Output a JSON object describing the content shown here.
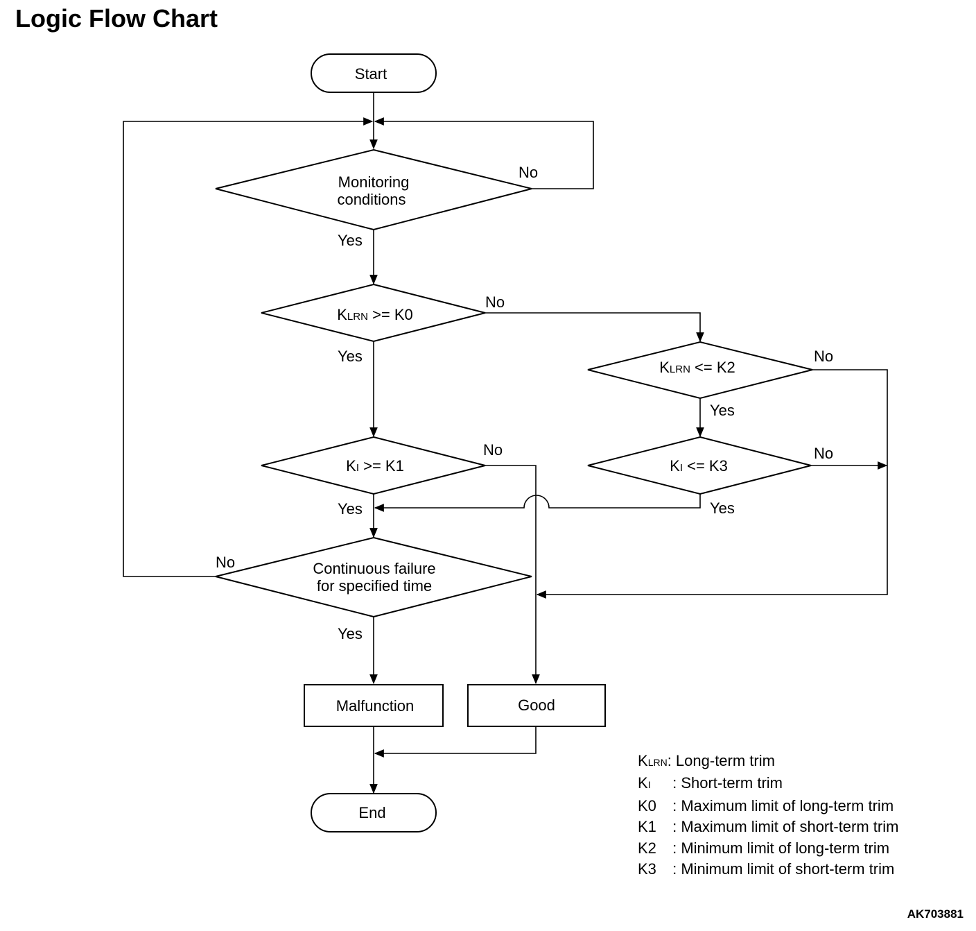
{
  "page": {
    "title": "Logic Flow Chart",
    "figure_id": "AK703881"
  },
  "nodes": {
    "start": "Start",
    "monitoring": {
      "line1": "Monitoring",
      "line2": "conditions"
    },
    "klrn_k0": {
      "sym": "K",
      "sub": "LRN",
      "rest": " >= K0"
    },
    "klrn_k2": {
      "sym": "K",
      "sub": "LRN",
      "rest": " <= K2"
    },
    "ki_k1": {
      "sym": "K",
      "sub": "I",
      "rest": " >= K1"
    },
    "ki_k3": {
      "sym": "K",
      "sub": "I",
      "rest": " <= K3"
    },
    "continuous": {
      "line1": "Continuous failure",
      "line2": "for specified time"
    },
    "malfunction": "Malfunction",
    "good": "Good",
    "end": "End"
  },
  "branch_labels": {
    "monitoring_yes": "Yes",
    "monitoring_no": "No",
    "klrn_k0_yes": "Yes",
    "klrn_k0_no": "No",
    "klrn_k2_yes": "Yes",
    "klrn_k2_no": "No",
    "ki_k1_yes": "Yes",
    "ki_k1_no": "No",
    "ki_k3_yes": "Yes",
    "ki_k3_no": "No",
    "continuous_yes": "Yes",
    "continuous_no": "No"
  },
  "legend": [
    {
      "sym": "K",
      "sub": "LRN",
      "desc": ": Long-term trim"
    },
    {
      "sym": "K",
      "sub": "I",
      "desc": " : Short-term trim"
    },
    {
      "sym": "K0",
      "sub": "",
      "desc": " : Maximum limit of long-term trim"
    },
    {
      "sym": "K1",
      "sub": "",
      "desc": " : Maximum limit of short-term trim"
    },
    {
      "sym": "K2",
      "sub": "",
      "desc": " : Minimum limit of long-term trim"
    },
    {
      "sym": "K3",
      "sub": "",
      "desc": " : Minimum limit of short-term trim"
    }
  ]
}
